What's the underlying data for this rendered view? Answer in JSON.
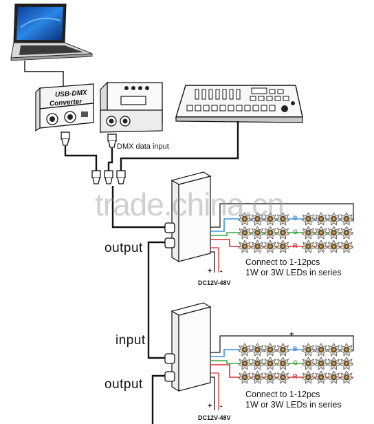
{
  "devices": {
    "converter_label_1": "USB-DMX",
    "converter_label_2": "Converter"
  },
  "labels": {
    "dmx_input": "DMX data input",
    "output_1": "output",
    "input_2": "input",
    "output_2": "output",
    "power_1": "DC12V-48V",
    "power_2": "DC12V-48V",
    "plus": "+",
    "minus": "-",
    "ch_b": "B",
    "ch_g": "G",
    "ch_r": "R"
  },
  "notes": {
    "note1_line1": "Connect to 1-12pcs",
    "note1_line2": "1W or 3W LEDs in series",
    "note2_line1": "Connect to 1-12pcs",
    "note2_line2": "1W or 3W LEDs in series"
  },
  "watermark": "trade.china.cn",
  "colors": {
    "cable": "#111111",
    "wire_blue": "#3d8fd8",
    "wire_green": "#3aa640",
    "wire_red": "#d83030",
    "led_body": "#e8e2d8",
    "laptop_screen": "#1f6fd0"
  },
  "icons": [
    "laptop-icon",
    "usb-dmx-converter-icon",
    "dmx-player-icon",
    "dmx-console-icon",
    "xlr-connector-icon",
    "led-decoder-icon",
    "led-star-icon"
  ]
}
